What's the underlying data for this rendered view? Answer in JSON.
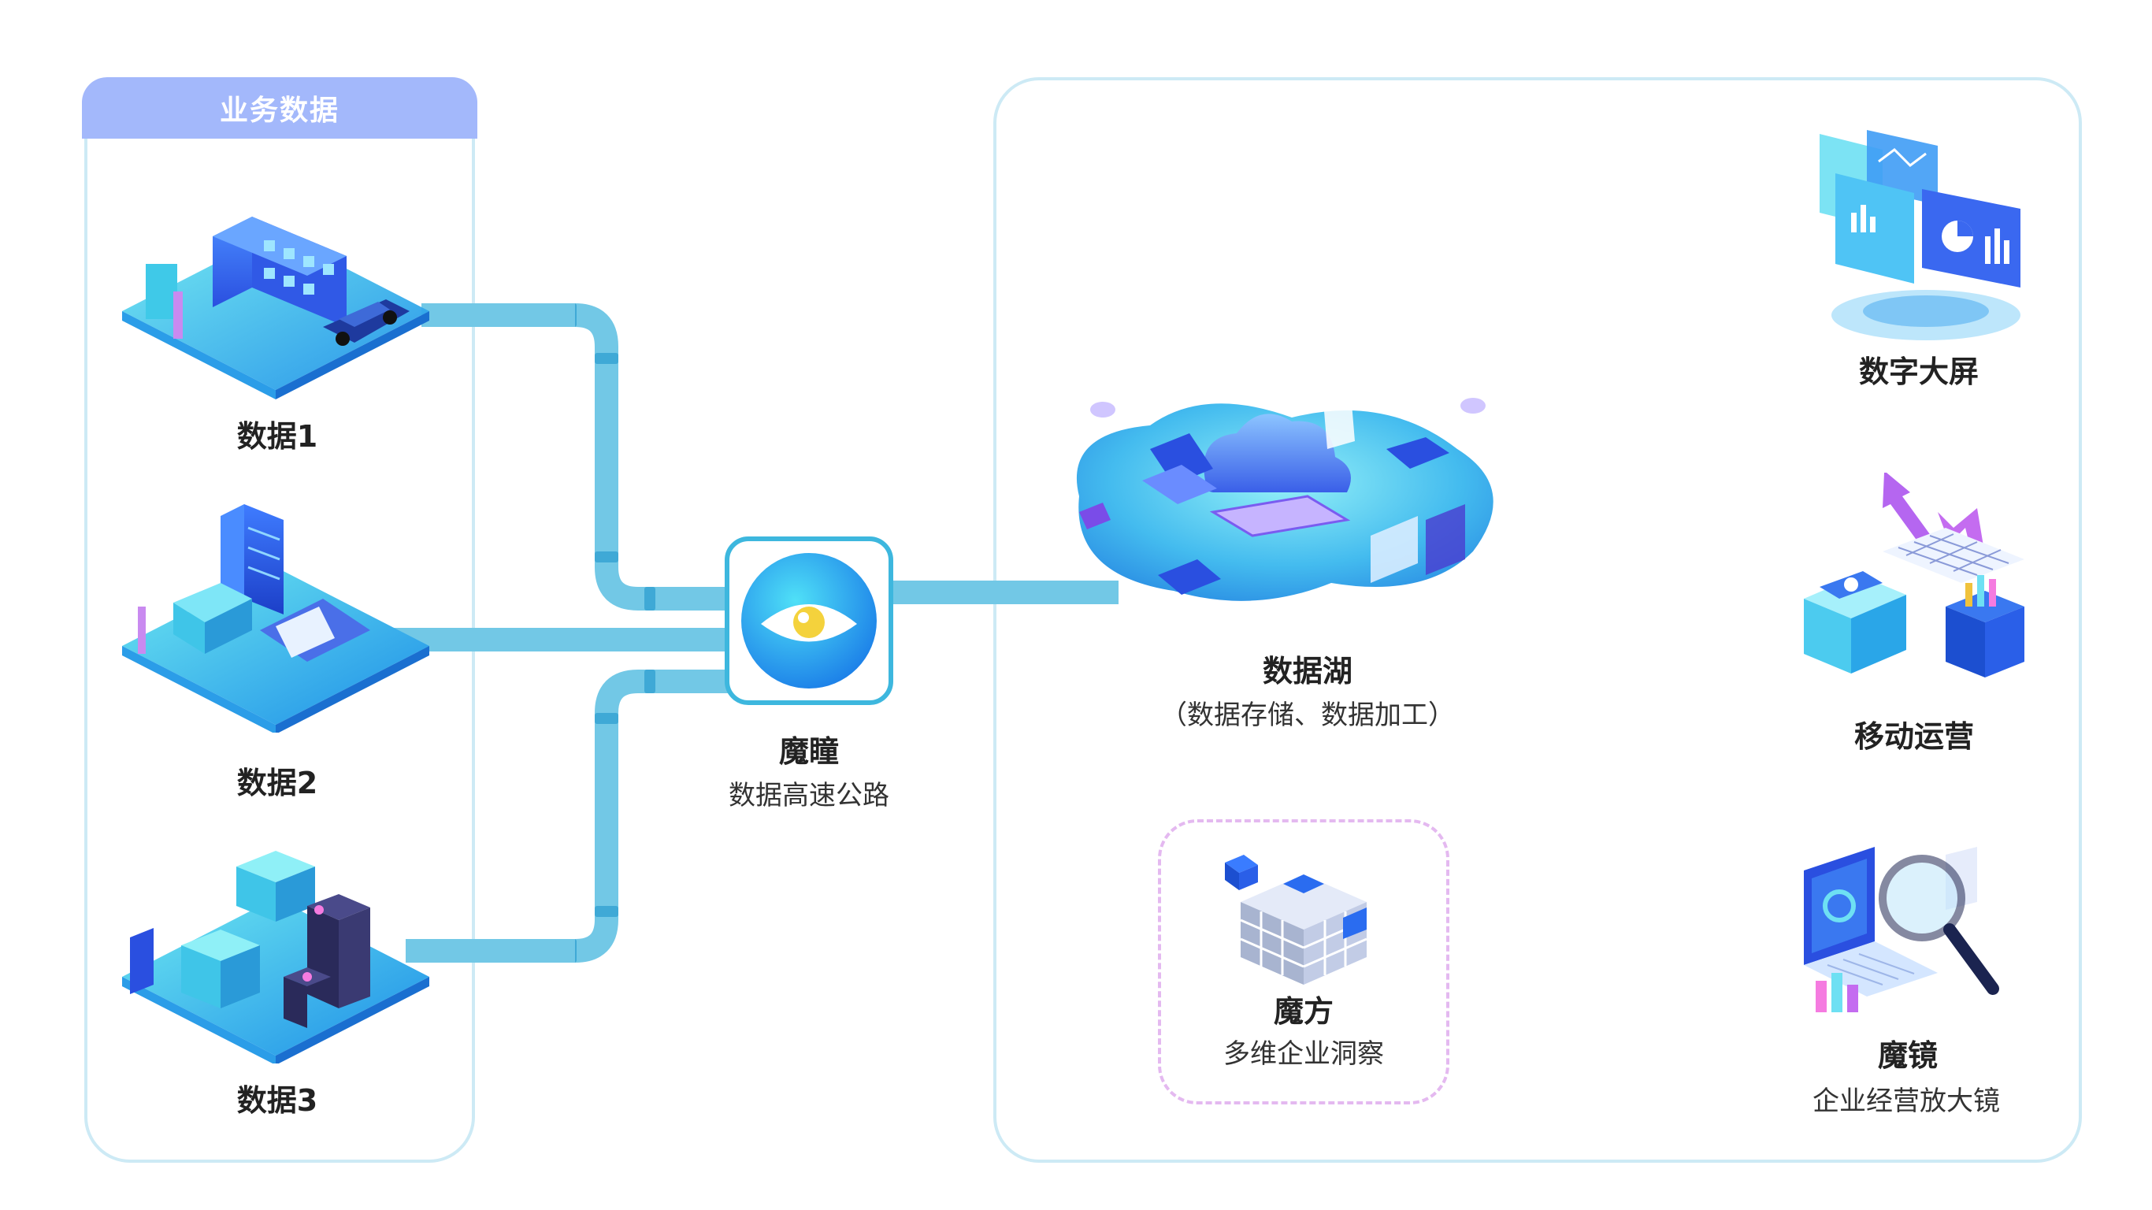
{
  "left_panel": {
    "title": "业务数据",
    "sources": [
      {
        "label": "数据1",
        "icon": "office-building-car-illustration"
      },
      {
        "label": "数据2",
        "icon": "server-printer-illustration"
      },
      {
        "label": "数据3",
        "icon": "server-racks-illustration"
      }
    ]
  },
  "hub": {
    "title": "魔瞳",
    "subtitle": "数据高速公路",
    "icon": "eye-logo-icon"
  },
  "data_lake": {
    "title": "数据湖",
    "subtitle": "（数据存储、数据加工）",
    "icon": "cloud-devices-illustration"
  },
  "cube": {
    "title": "魔方",
    "subtitle": "多维企业洞察",
    "icon": "rubik-cube-illustration"
  },
  "outputs": [
    {
      "title": "数字大屏",
      "subtitle": "",
      "icon": "dashboard-screens-illustration"
    },
    {
      "title": "移动运营",
      "subtitle": "",
      "icon": "mobile-chart-illustration"
    },
    {
      "title": "魔镜",
      "subtitle": "企业经营放大镜",
      "icon": "magnifier-laptop-illustration"
    }
  ],
  "colors": {
    "pipe": "#72c8e6",
    "pipe_joint": "#3fa9d6",
    "frame_border": "#cdeaf5",
    "header_bg": "#a3b8fb",
    "hub_border": "#3db7de",
    "dashed_border": "#e4b9f0"
  }
}
